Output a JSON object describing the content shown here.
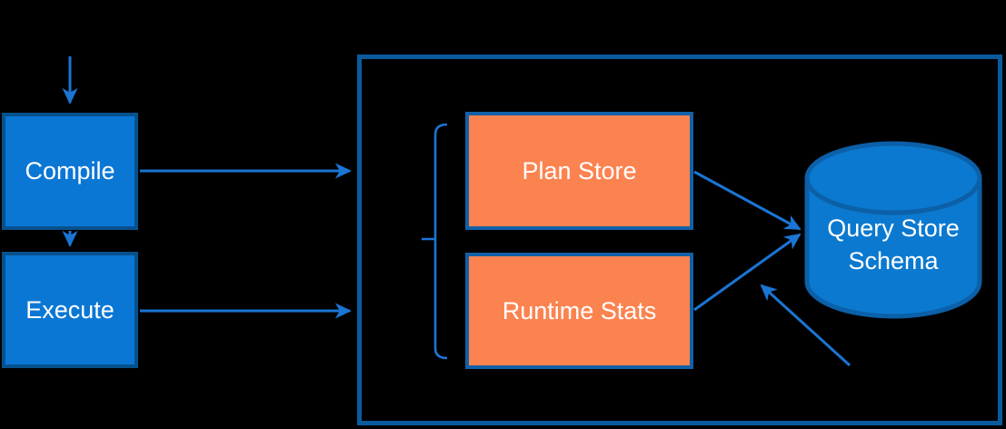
{
  "colors": {
    "background": "#000000",
    "box_fill": "#0b77d4",
    "box_border": "#05518d",
    "orange_fill": "#fb8350",
    "orange_border": "#1261a8",
    "container_border": "#0a5b9e",
    "arrow": "#1b75d3",
    "cylinder_fill": "#0b79cf",
    "cylinder_border": "#0b60a8",
    "text": "#ffffff"
  },
  "nodes": {
    "compile": {
      "label": "Compile"
    },
    "execute": {
      "label": "Execute"
    },
    "plan_store": {
      "label": "Plan Store"
    },
    "runtime_stats": {
      "label": "Runtime Stats"
    },
    "query_store_schema": {
      "label": "Query Store Schema"
    }
  }
}
